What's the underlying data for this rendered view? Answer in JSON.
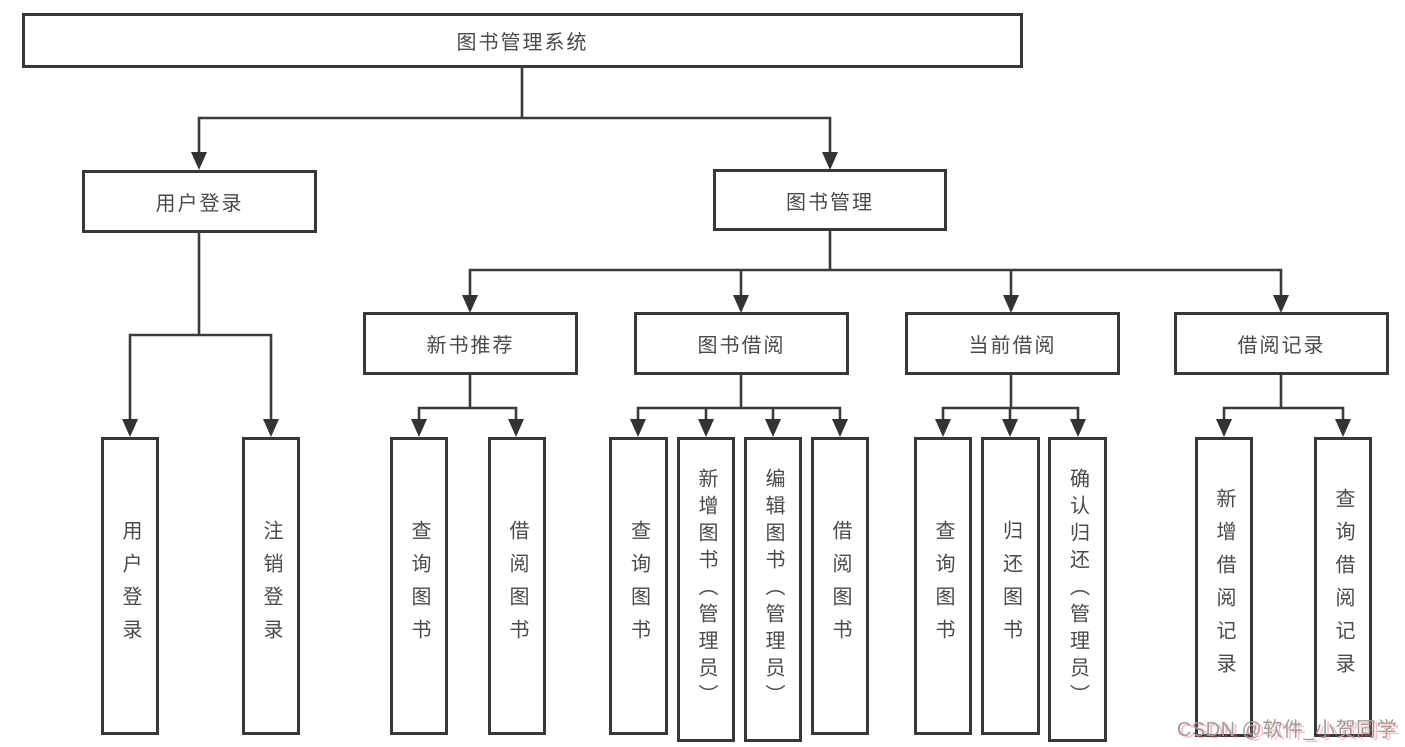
{
  "colors": {
    "line": "#3b3b3b",
    "box_border": "#383838",
    "text": "#4a4a4a",
    "watermark": "#9e9e9e"
  },
  "diagram": {
    "root": {
      "label": "图书管理系统"
    },
    "level1": [
      {
        "id": "user-login",
        "label": "用户登录"
      },
      {
        "id": "book-management",
        "label": "图书管理"
      }
    ],
    "level2": [
      {
        "id": "new-book-recommend",
        "label": "新书推荐"
      },
      {
        "id": "book-borrow",
        "label": "图书借阅"
      },
      {
        "id": "current-borrow",
        "label": "当前借阅"
      },
      {
        "id": "borrow-records",
        "label": "借阅记录"
      }
    ],
    "leaves": [
      {
        "id": "user-login-action",
        "label": "用户登录"
      },
      {
        "id": "logout",
        "label": "注销登录"
      },
      {
        "id": "query-book-1",
        "label": "查询图书"
      },
      {
        "id": "borrow-book-1",
        "label": "借阅图书"
      },
      {
        "id": "query-book-2",
        "label": "查询图书"
      },
      {
        "id": "add-book-admin",
        "label": "新增图书（管理员）"
      },
      {
        "id": "edit-book-admin",
        "label": "编辑图书（管理员）"
      },
      {
        "id": "borrow-book-2",
        "label": "借阅图书"
      },
      {
        "id": "query-book-3",
        "label": "查询图书"
      },
      {
        "id": "return-book",
        "label": "归还图书"
      },
      {
        "id": "confirm-return-admin",
        "label": "确认归还（管理员）"
      },
      {
        "id": "add-borrow-record",
        "label": "新增借阅记录"
      },
      {
        "id": "query-borrow-record",
        "label": "查询借阅记录"
      }
    ]
  },
  "watermark": {
    "text": "CSDN @软件_小贺同学"
  }
}
